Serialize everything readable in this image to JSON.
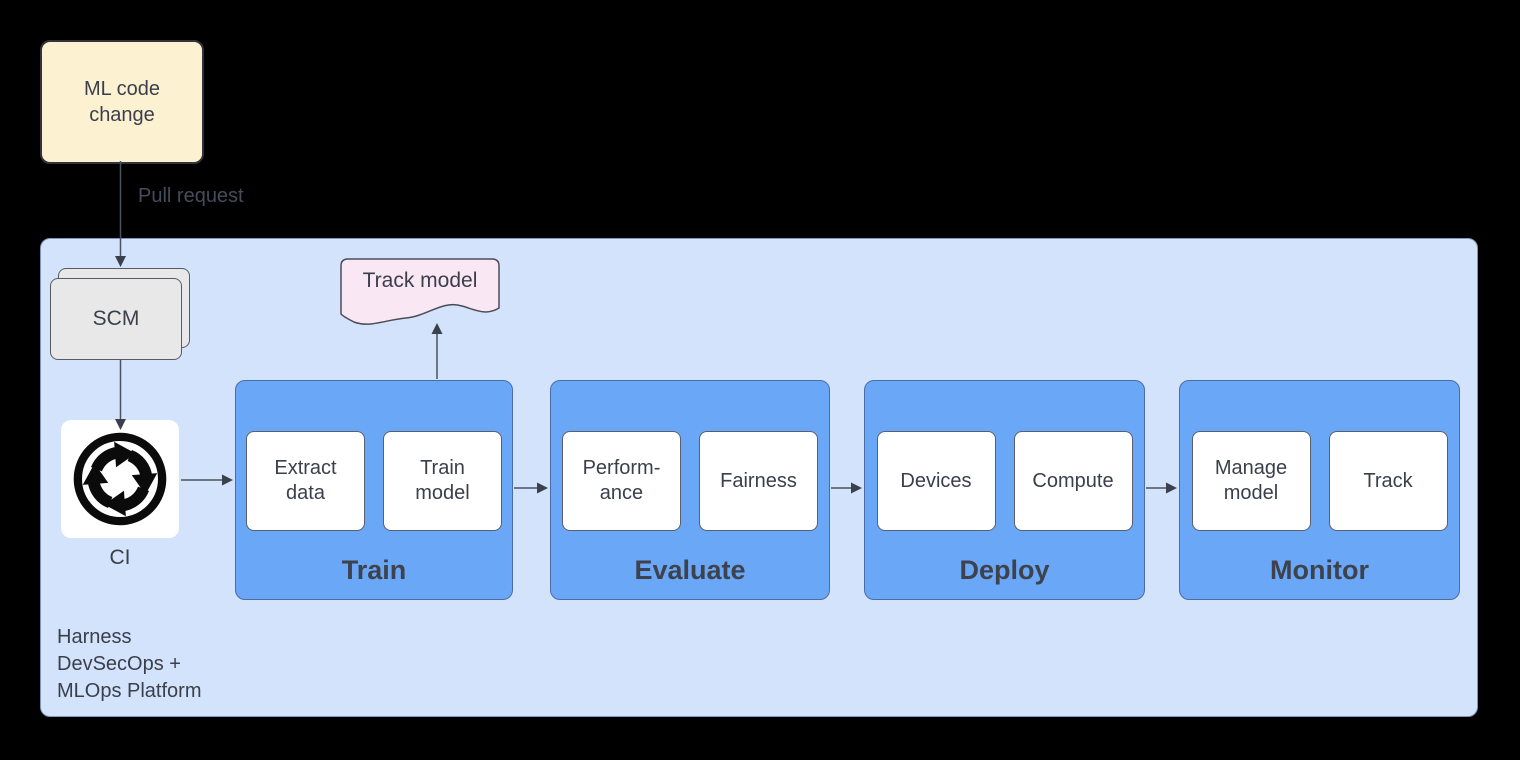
{
  "diagram": {
    "source_node": {
      "label": "ML code\nchange"
    },
    "edge_labels": {
      "pull_request": "Pull request"
    },
    "scm": {
      "label": "SCM"
    },
    "ci": {
      "label": "CI",
      "icon": "ci-cycle-arrows-icon"
    },
    "track_model": {
      "label": "Track model"
    },
    "platform": {
      "label": "Harness\nDevSecOps +\nMLOps Platform"
    },
    "stages": [
      {
        "title": "Train",
        "items": [
          "Extract\ndata",
          "Train\nmodel"
        ]
      },
      {
        "title": "Evaluate",
        "items": [
          "Perform-\nance",
          "Fairness"
        ]
      },
      {
        "title": "Deploy",
        "items": [
          "Devices",
          "Compute"
        ]
      },
      {
        "title": "Monitor",
        "items": [
          "Manage\nmodel",
          "Track"
        ]
      }
    ],
    "colors": {
      "background": "#000000",
      "platform_fill": "#D2E3FB",
      "platform_border": "#7F95BB",
      "stage_fill": "#6BA7F7",
      "stage_border": "#4A6DA8",
      "node_fill": "#FFFFFF",
      "node_border": "#59606C",
      "source_fill": "#FCF2D2",
      "source_border": "#33333C",
      "scm_fill": "#E8E8E8",
      "doc_fill": "#FAE7F4",
      "text": "#3A3F4B",
      "arrow_line": "#4B5260",
      "arrow_head": "#3A404C"
    }
  }
}
